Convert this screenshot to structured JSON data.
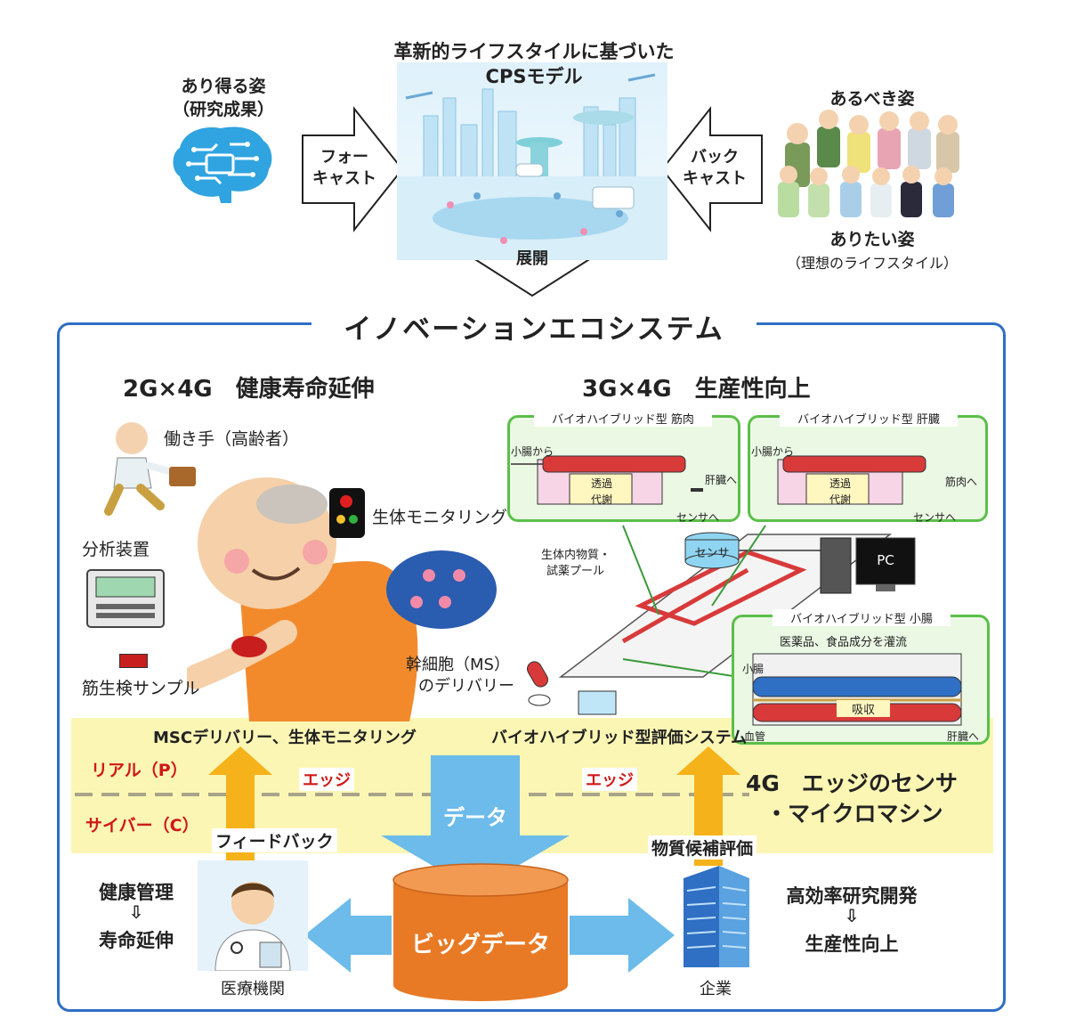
{
  "top": {
    "cps_title_line1": "革新的ライフスタイルに基づいた",
    "cps_title_line2": "CPSモデル",
    "possible_line1": "あり得る姿",
    "possible_line2": "（研究成果）",
    "forecast_line1": "フォー",
    "forecast_line2": "キャスト",
    "backcast_line1": "バック",
    "backcast_line2": "キャスト",
    "should_be": "あるべき姿",
    "want_to_be": "ありたい姿",
    "ideal_lifestyle": "（理想のライフスタイル）",
    "deploy": "展開"
  },
  "ecosystem": {
    "title": "イノベーションエコシステム",
    "left_heading": "2G×4G　健康寿命延伸",
    "right_heading": "3G×4G　生産性向上",
    "worker": "働き手（高齢者）",
    "bio_monitoring": "生体モニタリング",
    "analyzer": "分析装置",
    "muscle_biopsy": "筋生検サンプル",
    "stem_cell_line1": "幹細胞（MS）",
    "stem_cell_line2": "のデリバリー",
    "muscle_chip": "バイオハイブリッド型 筋肉",
    "liver_chip": "バイオハイブリッド型 肝臓",
    "intestine_chip": "バイオハイブリッド型 小腸",
    "from_intestine": "小腸から",
    "to_liver": "肝臓へ",
    "to_muscle": "筋肉へ",
    "permeation": "透過",
    "metabolism": "代謝",
    "sensor_to": "センサへ",
    "sensor": "センサ",
    "pc": "PC",
    "pool_line1": "生体内物質・",
    "pool_line2": "試薬プール",
    "perfusion": "医薬品、食品成分を灌流",
    "small_intestine": "小腸",
    "absorption": "吸収",
    "blood_vessel": "血管",
    "msc_label": "MSCデリバリー、生体モニタリング",
    "eval_system": "バイオハイブリッド型評価システム",
    "real": "リアル（P）",
    "cyber": "サイバー（C）",
    "edge": "エッジ",
    "edge_sensor_line1": "4G　エッジのセンサ",
    "edge_sensor_line2": "・マイクロマシン",
    "data": "データ",
    "feedback": "フィードバック",
    "candidate_eval": "物質候補評価",
    "big_data": "ビッグデータ",
    "health_mgmt": "健康管理",
    "down_arrow": "⇩",
    "longevity": "寿命延伸",
    "medical_institution": "医療機関",
    "company": "企業",
    "rnd": "高効率研究開発",
    "productivity": "生産性向上"
  },
  "colors": {
    "frame_blue": "#2f6fc4",
    "band_yellow": "#fbf6b4",
    "arrow_orange": "#f6b21a",
    "arrow_blue": "#6cbbea",
    "cylinder_orange": "#e87a25",
    "chip_green": "#5bbf4a",
    "real_red": "#d01818"
  }
}
